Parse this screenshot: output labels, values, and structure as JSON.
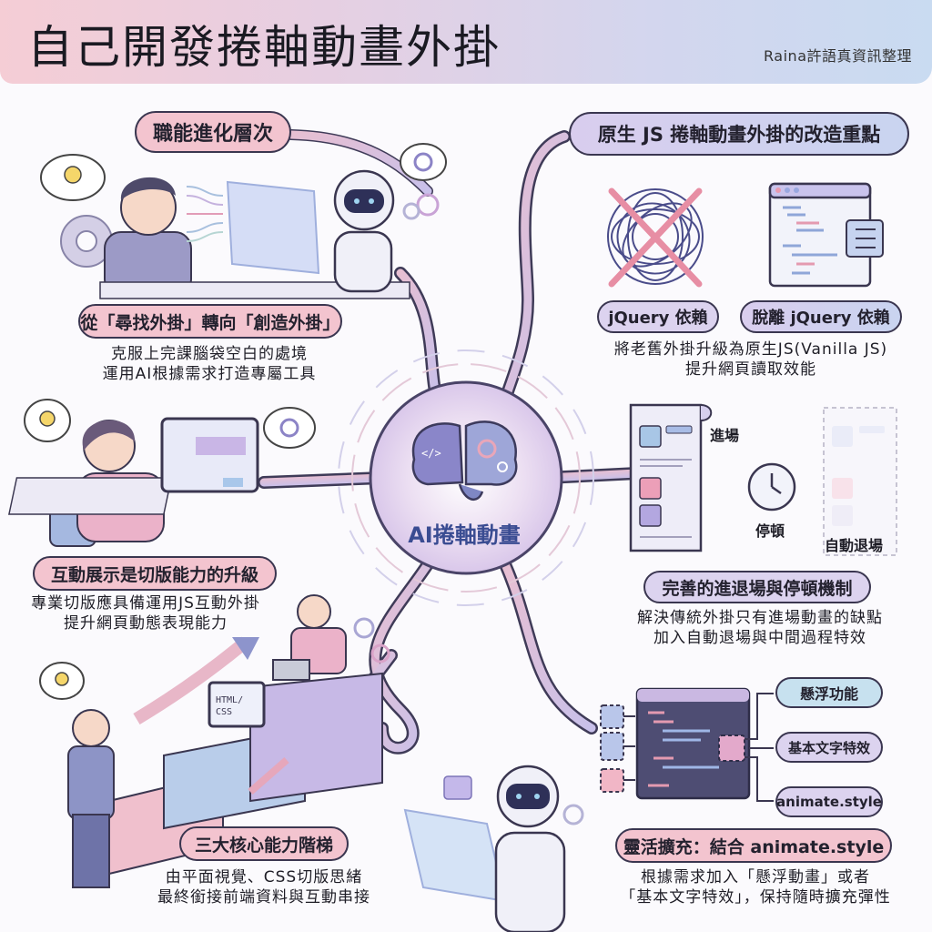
{
  "header": {
    "title": "自己開發捲軸動畫外掛",
    "credit": "Raina許語真資訊整理"
  },
  "center": {
    "label": "AI捲軸動畫",
    "icon": "brain-icon"
  },
  "sections": {
    "career": {
      "heading": "職能進化層次",
      "subheading": "從「尋找外掛」轉向「創造外掛」",
      "lines": [
        "克服上完課腦袋空白的處境",
        "運用AI根據需求打造專屬工具"
      ]
    },
    "interactive": {
      "heading": "互動展示是切版能力的升級",
      "lines": [
        "專業切版應具備運用JS互動外掛",
        "提升網頁動態表現能力"
      ]
    },
    "ladder": {
      "heading": "三大核心能力階梯",
      "screen_text": "HTML/CSS",
      "lines": [
        "由平面視覺、CSS切版思緒",
        "最終銜接前端資料與互動串接"
      ]
    },
    "vanilla": {
      "heading": "原生 JS 捲軸動畫外掛的改造重點",
      "left_label": "jQuery 依賴",
      "right_label": "脫離 jQuery 依賴",
      "lines": [
        "將老舊外掛升級為原生JS(Vanilla JS)",
        "提升網頁讀取效能"
      ]
    },
    "lifecycle": {
      "enter_label": "進場",
      "pause_label": "停頓",
      "exit_label": "自動退場",
      "heading": "完善的進退場與停頓機制",
      "lines": [
        "解決傳統外掛只有進場動畫的缺點",
        "加入自動退場與中間過程特效"
      ]
    },
    "extend": {
      "outputs": [
        "懸浮功能",
        "基本文字特效",
        "animate.style"
      ],
      "heading": "靈活擴充：結合 animate.style",
      "lines": [
        "根據需求加入「懸浮動畫」或者",
        "「基本文字特效」，保持隨時擴充彈性"
      ]
    }
  },
  "colors": {
    "pink": "#f3c4cf",
    "lavender": "#d9cdee",
    "blue": "#c7e1ef",
    "outline": "#3a3650",
    "accent_text": "#3a4c92"
  }
}
